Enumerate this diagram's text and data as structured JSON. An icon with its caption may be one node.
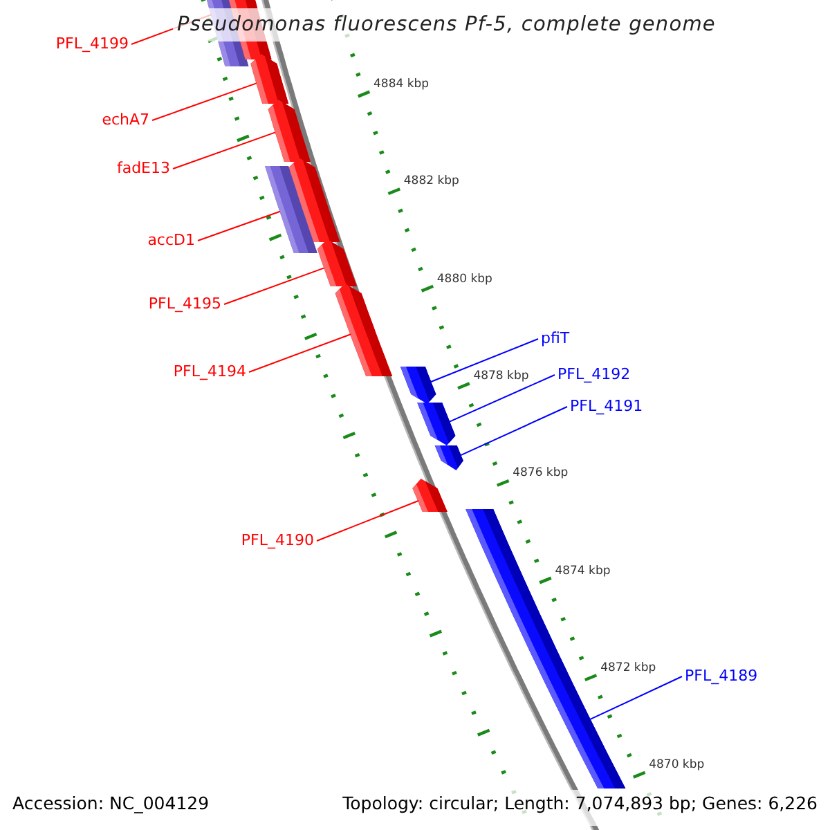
{
  "diagram": {
    "title": "Pseudomonas fluorescens Pf-5, complete genome",
    "nodes": [
      {
        "text": [
          "PFL_4199"
        ]
      },
      {
        "text": [
          "echA7"
        ]
      },
      {
        "text": [
          "fadE13"
        ]
      },
      {
        "text": [
          "accD1"
        ]
      },
      {
        "text": [
          "PFL_4195"
        ]
      },
      {
        "text": [
          "pfiT"
        ]
      },
      {
        "text": [
          "PFL_4194"
        ]
      },
      {
        "text": [
          "PFL_4192"
        ]
      },
      {
        "text": [
          "PFL_4191"
        ]
      },
      {
        "text": [
          "PFL_4190"
        ]
      },
      {
        "text": [
          "PFL_4189"
        ]
      },
      {
        "text": [],
        "shape": "bar"
      },
      {
        "text": [],
        "shape": "bar"
      },
      {
        "text": [],
        "shape": "bar"
      },
      {
        "text": [],
        "shape": "bar"
      },
      {
        "text": [],
        "shape": "bar"
      },
      {
        "text": [],
        "shape": "bar"
      },
      {
        "text": [],
        "shape": "bar"
      },
      {
        "text": [],
        "shape": "bar"
      },
      {
        "text": [],
        "shape": "bar"
      },
      {
        "text": [],
        "shape": "bar"
      },
      {
        "text": [],
        "shape": "bar"
      },
      {
        "text": [],
        "shape": "bar"
      },
      {
        "text": [],
        "shape": "bar"
      }
    ],
    "edges": [
      {
        "from": 0,
        "to": 11,
        "arrow": "none"
      },
      {
        "from": 1,
        "to": 13,
        "arrow": "none"
      },
      {
        "from": 2,
        "to": 14,
        "arrow": "none"
      },
      {
        "from": 3,
        "to": 16,
        "arrow": "none"
      },
      {
        "from": 4,
        "to": 17,
        "arrow": "none"
      },
      {
        "from": 5,
        "to": 19,
        "arrow": "none",
        "color": "#0000ff"
      },
      {
        "from": 6,
        "to": 18,
        "arrow": "none"
      },
      {
        "from": 7,
        "to": 20,
        "arrow": "none",
        "color": "#0000ff"
      },
      {
        "from": 8,
        "to": 21,
        "arrow": "none",
        "color": "#0000ff"
      },
      {
        "from": 9,
        "to": 22,
        "arrow": "none"
      },
      {
        "from": 10,
        "to": 23,
        "arrow": "none",
        "color": "#0000ff"
      }
    ],
    "labels": [
      "4884 kbp",
      "4882 kbp",
      "4880 kbp",
      "4878 kbp",
      "4876 kbp",
      "4874 kbp",
      "4872 kbp",
      "4870 kbp",
      "Accession: NC_004129",
      "Topology: circular; Length: 7,074,893 bp; Genes: 6,226"
    ]
  }
}
